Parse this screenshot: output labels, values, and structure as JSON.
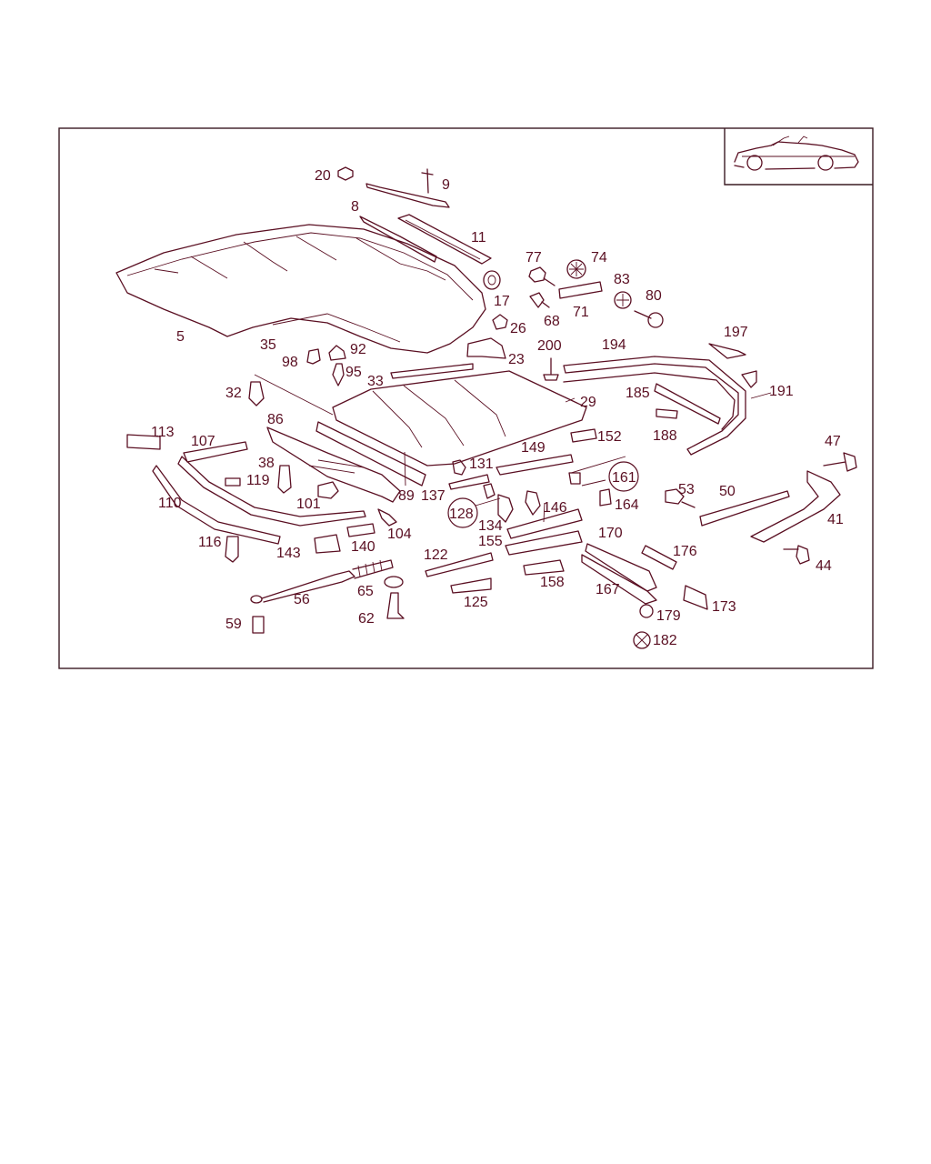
{
  "diagram": {
    "part_numbers": [
      "20",
      "9",
      "8",
      "11",
      "5",
      "35",
      "77",
      "74",
      "17",
      "83",
      "80",
      "68",
      "71",
      "26",
      "23",
      "98",
      "92",
      "95",
      "200",
      "194",
      "197",
      "33",
      "32",
      "29",
      "191",
      "185",
      "188",
      "86",
      "113",
      "107",
      "38",
      "119",
      "152",
      "149",
      "131",
      "47",
      "161",
      "53",
      "50",
      "110",
      "101",
      "89",
      "137",
      "128",
      "134",
      "146",
      "164",
      "41",
      "104",
      "143",
      "140",
      "155",
      "170",
      "176",
      "116",
      "122",
      "158",
      "44",
      "167",
      "125",
      "65",
      "56",
      "173",
      "179",
      "62",
      "59",
      "182"
    ],
    "inset": {
      "icon": "convertible-car-icon"
    }
  }
}
